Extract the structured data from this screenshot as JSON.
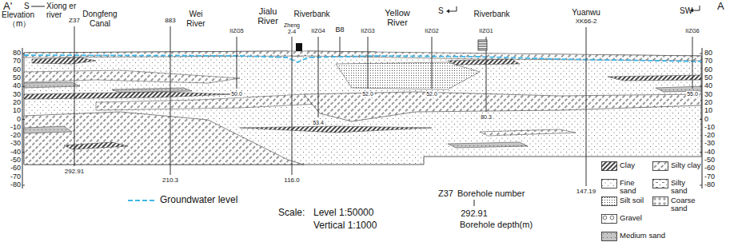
{
  "diagram": {
    "labels": [
      "A'",
      "S",
      "Xiong er river",
      "Elevation",
      "（m）",
      "Z37",
      "Dongfeng",
      "Canal",
      "883",
      "Wei",
      "River",
      "Jialu",
      "River",
      "Zheng",
      "2-4",
      "Riverbank",
      "IIZG5",
      "IIZG4",
      "B8",
      "IIZG3",
      "Yellow",
      "River",
      "IIZG2",
      "S",
      "Riverbank",
      "IIZG1",
      "Yuanwu",
      "XK66-2",
      "SW",
      "IIZG6",
      "A",
      "80",
      "70",
      "60",
      "50",
      "40",
      "30",
      "20",
      "10",
      "0",
      "-10",
      "-20",
      "-30",
      "-40",
      "-50",
      "-60",
      "-70",
      "-80",
      "80",
      "70",
      "60",
      "50",
      "40",
      "30",
      "20",
      "10",
      "0",
      "-10",
      "-20",
      "-30",
      "-40",
      "-50",
      "-60",
      "-70",
      "-80",
      "292.91",
      "210.3",
      "116.0",
      "50.0",
      "53.4",
      "52.0",
      "52.0",
      "80.3",
      "147.19",
      "55.0",
      "Scale:",
      "Level 1:50000",
      "Vertical 1:1000",
      "Z37",
      "Borehole number",
      "292.91",
      "Borehole depth(m)"
    ],
    "legend": [
      {
        "text": "Clay"
      },
      {
        "text": "Silty clay"
      },
      {
        "text": "Fine sand"
      },
      {
        "text": "Silty sand"
      },
      {
        "text": "Silt soil"
      },
      {
        "text": "Coarse sand"
      },
      {
        "text": "Gravel"
      },
      {
        "text": "Medium sand"
      },
      {
        "text": "Groundwater level"
      }
    ]
  }
}
